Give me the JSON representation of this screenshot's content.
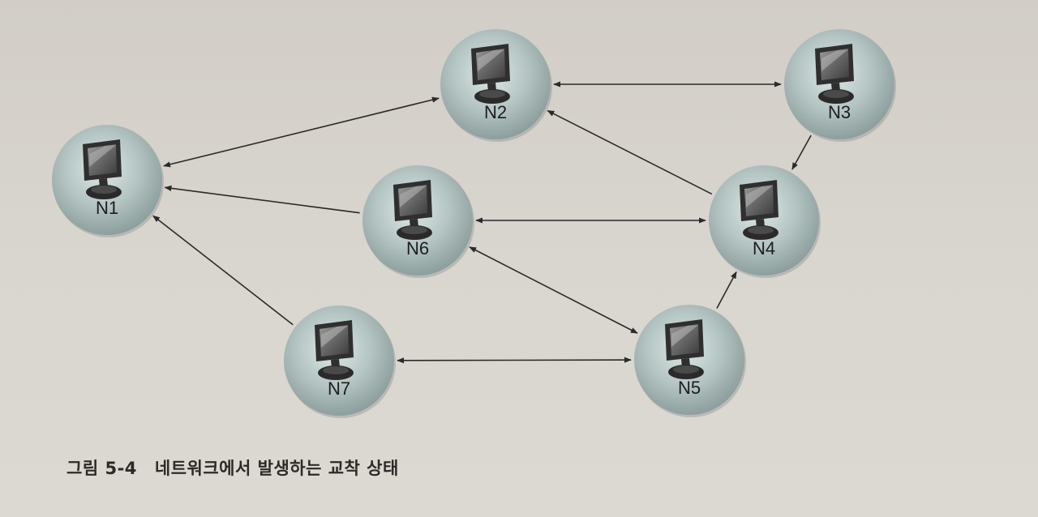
{
  "caption": {
    "figure_number": "그림 5-4",
    "title": "네트워크에서 발생하는 교착 상태"
  },
  "nodes": [
    {
      "id": "N1",
      "label": "N1"
    },
    {
      "id": "N2",
      "label": "N2"
    },
    {
      "id": "N3",
      "label": "N3"
    },
    {
      "id": "N4",
      "label": "N4"
    },
    {
      "id": "N5",
      "label": "N5"
    },
    {
      "id": "N6",
      "label": "N6"
    },
    {
      "id": "N7",
      "label": "N7"
    }
  ],
  "edges": [
    {
      "from": "N1",
      "to": "N2",
      "direction": "both"
    },
    {
      "from": "N2",
      "to": "N3",
      "direction": "both"
    },
    {
      "from": "N3",
      "to": "N4",
      "direction": "forward"
    },
    {
      "from": "N4",
      "to": "N2",
      "direction": "forward"
    },
    {
      "from": "N6",
      "to": "N1",
      "direction": "forward"
    },
    {
      "from": "N6",
      "to": "N4",
      "direction": "both"
    },
    {
      "from": "N6",
      "to": "N5",
      "direction": "both"
    },
    {
      "from": "N5",
      "to": "N4",
      "direction": "forward"
    },
    {
      "from": "N7",
      "to": "N1",
      "direction": "forward"
    },
    {
      "from": "N7",
      "to": "N5",
      "direction": "both"
    }
  ],
  "icon": "computer-monitor-icon"
}
